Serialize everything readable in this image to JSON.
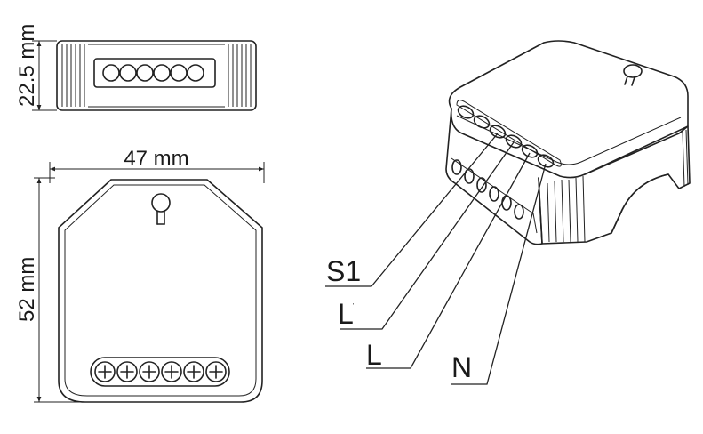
{
  "dimensions": {
    "height_top": "22.5 mm",
    "width": "47 mm",
    "height_front": "52 mm"
  },
  "terminals": {
    "s1": "S1",
    "l_prime": "L",
    "l_prime_mark": "'",
    "l": "L",
    "n": "N"
  }
}
